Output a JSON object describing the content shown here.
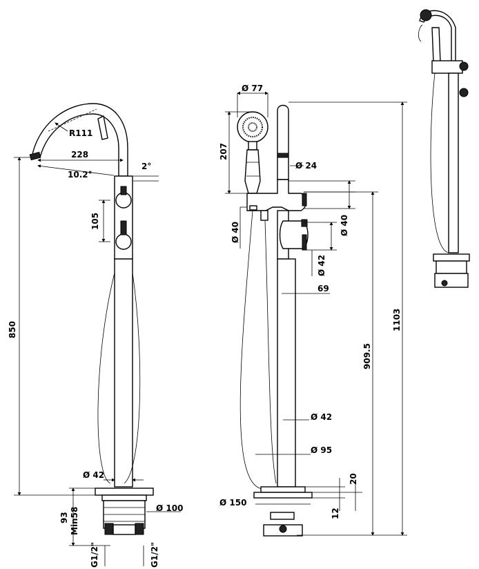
{
  "labels": {
    "spout_radius": "R111",
    "spout_reach": "228",
    "spout_angle": "10.2°",
    "tilt_angle": "2°",
    "handle_spacing": "105",
    "height_left": "850",
    "pipe_diameter_left": "Ø 42",
    "base_diameter": "Ø 100",
    "min_depth": "93",
    "min_label": "Min58",
    "thread_left": "G1/2\"",
    "thread_right": "G1/2\"",
    "handshower_diameter": "Ø 77",
    "handshower_length": "207",
    "holder_diameter": "Ø 24",
    "body_diameter_left": "Ø 40",
    "body_diameter_right": "Ø 40",
    "knob_diameter": "Ø 42",
    "knob_projection": "69",
    "height_total": "1103",
    "height_body": "909.5",
    "column_diameter": "Ø 42",
    "flange_diameter": "Ø 95",
    "flange_thickness": "20",
    "rose_diameter": "Ø 150",
    "rose_gap": "12"
  }
}
